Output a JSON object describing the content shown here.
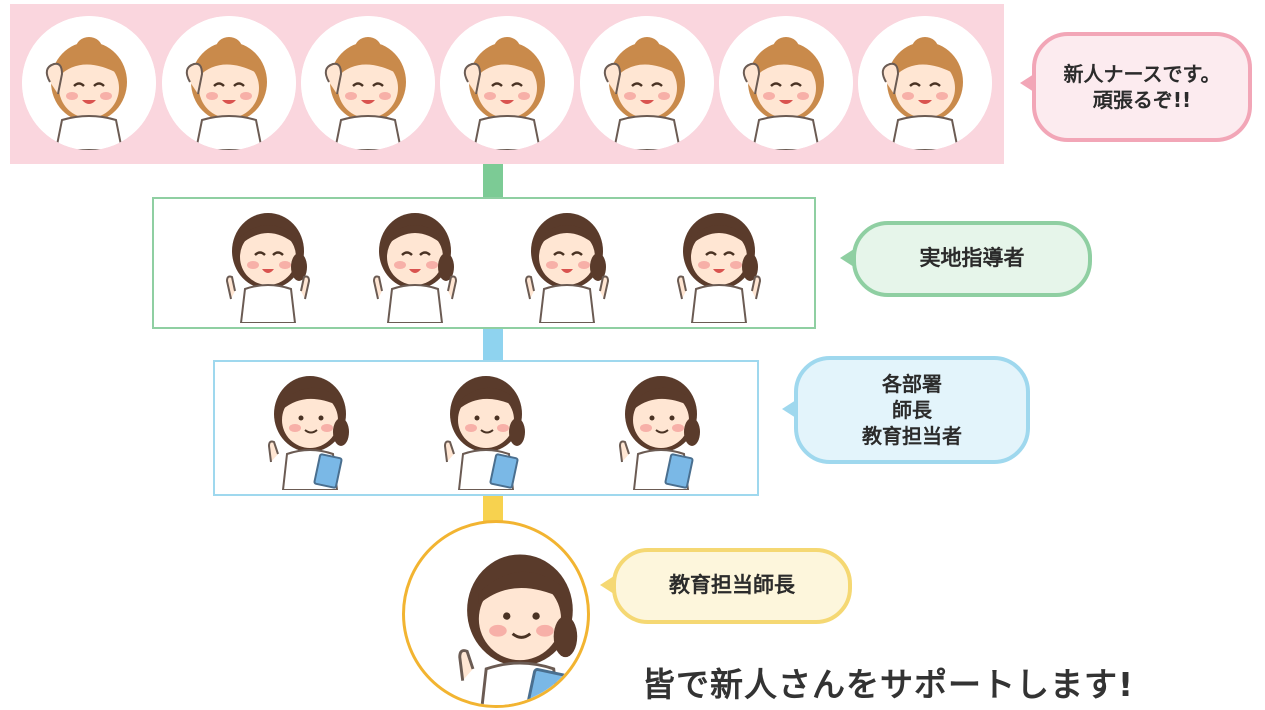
{
  "tiers": {
    "new_nurses": {
      "bubble_text": "新人ナースです。\n頑張るぞ!!",
      "avatar_count": 7,
      "colors": {
        "band": "#fad6de",
        "bubble_border": "#f2a6b7",
        "bubble_fill": "#fcebef"
      }
    },
    "preceptors": {
      "bubble_text": "実地指導者",
      "avatar_count": 4,
      "colors": {
        "border": "#8fcfa2",
        "bubble_fill": "#e6f5ea",
        "connector": "#7ccb95"
      }
    },
    "managers": {
      "bubble_text": "各部署\n師長\n教育担当者",
      "avatar_count": 3,
      "colors": {
        "border": "#9fd8ee",
        "bubble_fill": "#e3f4fb",
        "connector": "#8fd3ef"
      }
    },
    "education_head": {
      "bubble_text": "教育担当師長",
      "avatar_count": 1,
      "colors": {
        "border": "#f2b431",
        "bubble_border": "#f5d873",
        "bubble_fill": "#fdf6dc",
        "connector": "#f7d24f"
      }
    }
  },
  "slogan": "皆で新人さんをサポートします!"
}
